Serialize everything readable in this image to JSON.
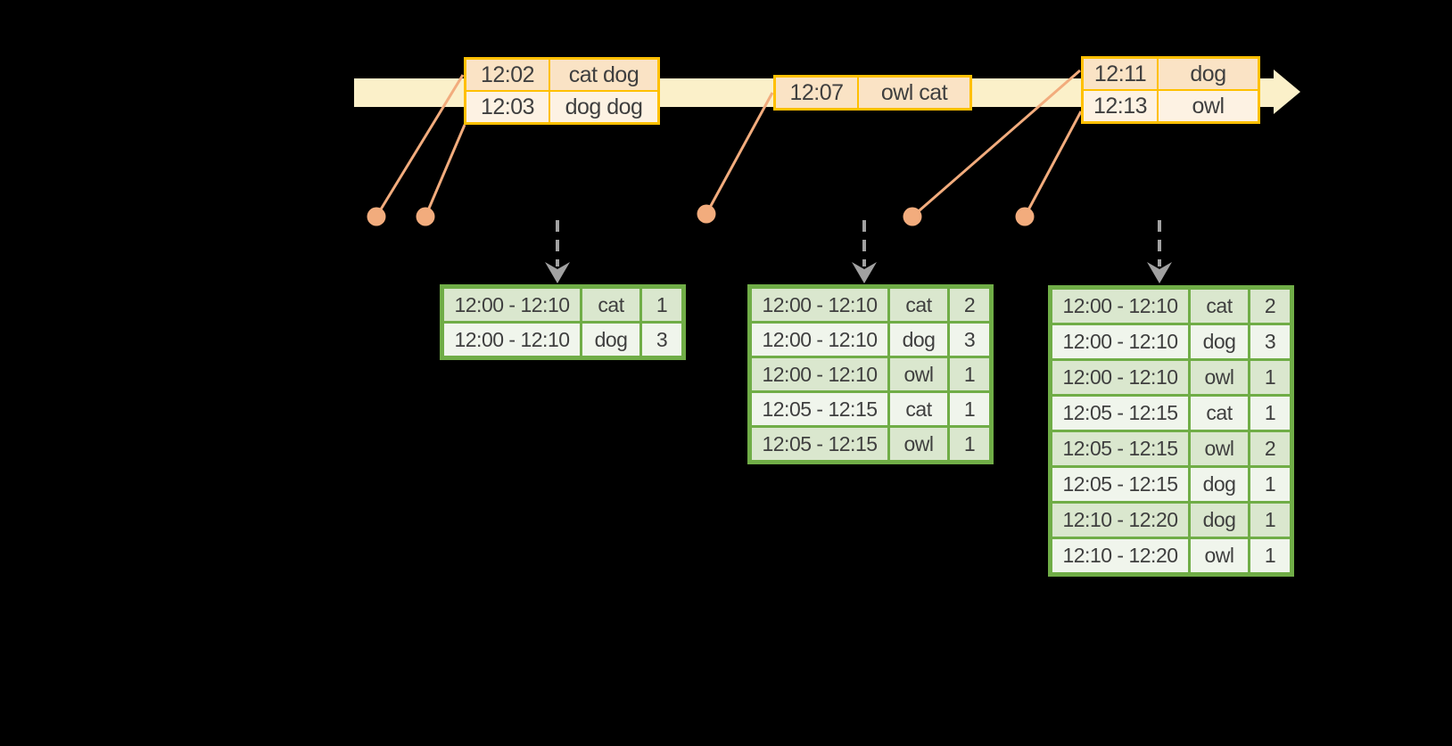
{
  "colors": {
    "background": "#000000",
    "timeline_fill": "#FBF0C9",
    "event_table_border": "#FFC000",
    "event_row_dark": "#FAE3C5",
    "event_row_light": "#FDF2E3",
    "connector_salmon": "#F2AC7D",
    "result_table_border": "#70AD47",
    "result_row_dark": "#DAE7CE",
    "result_row_light": "#F0F5EC",
    "trigger_arrow_gray": "#A1A1A1",
    "text": "#3F3F3F"
  },
  "timeline": {
    "name": "event-time-axis"
  },
  "event_tables": [
    {
      "name": "event-table-1",
      "rows": [
        {
          "time": "12:02",
          "words": "cat dog"
        },
        {
          "time": "12:03",
          "words": "dog dog"
        }
      ]
    },
    {
      "name": "event-table-2",
      "rows": [
        {
          "time": "12:07",
          "words": "owl cat"
        }
      ]
    },
    {
      "name": "event-table-3",
      "rows": [
        {
          "time": "12:11",
          "words": "dog"
        },
        {
          "time": "12:13",
          "words": "owl"
        }
      ]
    }
  ],
  "result_tables": [
    {
      "name": "result-table-1",
      "rows": [
        {
          "window": "12:00 - 12:10",
          "word": "cat",
          "count": "1"
        },
        {
          "window": "12:00 - 12:10",
          "word": "dog",
          "count": "3"
        }
      ]
    },
    {
      "name": "result-table-2",
      "rows": [
        {
          "window": "12:00 - 12:10",
          "word": "cat",
          "count": "2"
        },
        {
          "window": "12:00 - 12:10",
          "word": "dog",
          "count": "3"
        },
        {
          "window": "12:00 - 12:10",
          "word": "owl",
          "count": "1"
        },
        {
          "window": "12:05 - 12:15",
          "word": "cat",
          "count": "1"
        },
        {
          "window": "12:05 - 12:15",
          "word": "owl",
          "count": "1"
        }
      ]
    },
    {
      "name": "result-table-3",
      "rows": [
        {
          "window": "12:00 - 12:10",
          "word": "cat",
          "count": "2"
        },
        {
          "window": "12:00 - 12:10",
          "word": "dog",
          "count": "3"
        },
        {
          "window": "12:00 - 12:10",
          "word": "owl",
          "count": "1"
        },
        {
          "window": "12:05 - 12:15",
          "word": "cat",
          "count": "1"
        },
        {
          "window": "12:05 - 12:15",
          "word": "owl",
          "count": "2"
        },
        {
          "window": "12:05 - 12:15",
          "word": "dog",
          "count": "1"
        },
        {
          "window": "12:10 - 12:20",
          "word": "dog",
          "count": "1"
        },
        {
          "window": "12:10 - 12:20",
          "word": "owl",
          "count": "1"
        }
      ]
    }
  ]
}
